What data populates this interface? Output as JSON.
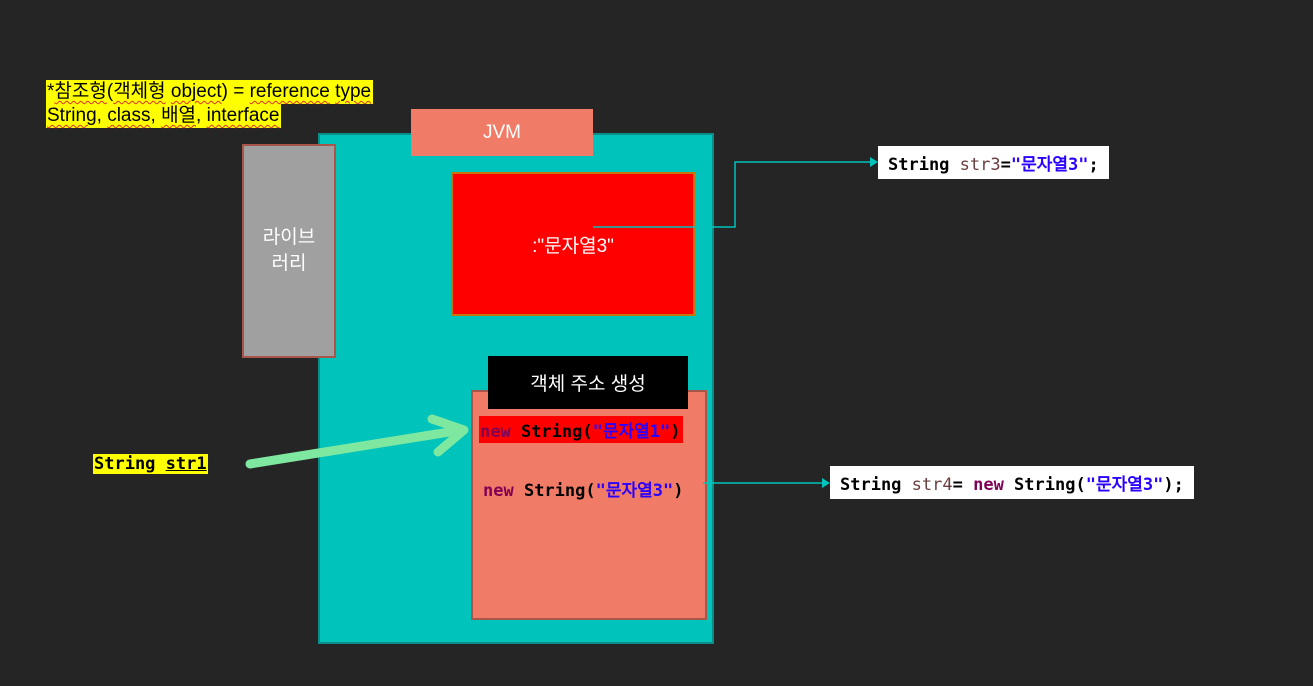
{
  "note": {
    "line1": {
      "prefix": "*",
      "w1": "참조형",
      "mid1": "(",
      "w2": "객체형",
      "mid2": " ",
      "w3": "object",
      "mid3": ") = ",
      "w4": "reference",
      "mid4": " ",
      "w5": "type"
    },
    "line2": {
      "prefix": " ",
      "w1": "String",
      "mid1": ", ",
      "w2": "class",
      "mid2": ", ",
      "w3": "배열",
      "mid3": ", ",
      "w4": "interface"
    }
  },
  "jvm": {
    "label": "JVM"
  },
  "library": {
    "line1": "라이브",
    "line2": "러리"
  },
  "string_pool": {
    "label": ":\"문자열3\""
  },
  "heap": {
    "title": "객체 주소 생성",
    "line1": {
      "kw": "new",
      "type": " String(",
      "str": "\"문자열1\"",
      "close": ")"
    },
    "line2": {
      "kw": "new",
      "type": " String(",
      "str": "\"문자열3\"",
      "close": ")"
    }
  },
  "str1_box": {
    "type": "String ",
    "var": "str1"
  },
  "str3_box": {
    "type": "String ",
    "var": "str3",
    "eq": "=",
    "str": "\"문자열3\"",
    "end": ";"
  },
  "str4_box": {
    "type": "String ",
    "var": "str4",
    "eq": "= ",
    "kw": "new",
    "type2": " String(",
    "str": "\"문자열3\"",
    "end": ");"
  },
  "colors": {
    "background": "#252525",
    "jvm": "#00c4bb",
    "jvm_label": "#f07b66",
    "string_pool": "#ff0000",
    "heap": "#f07b66",
    "library": "#a0a0a0",
    "highlight": "#ffff00",
    "arrow_green": "#7ee8a0",
    "connector": "#00c4bb"
  }
}
